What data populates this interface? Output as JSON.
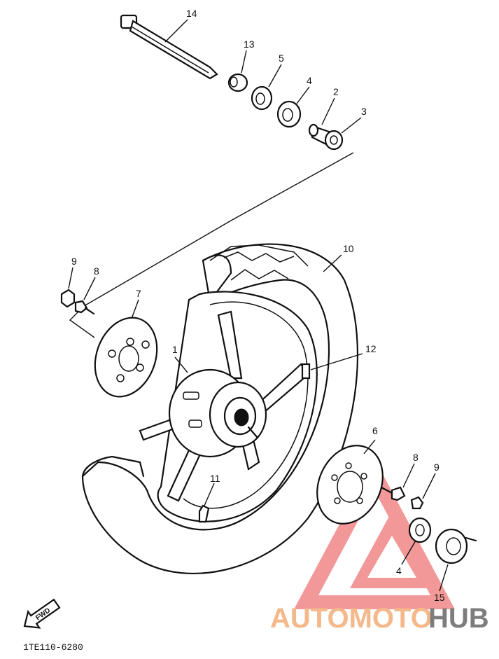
{
  "callouts": {
    "c1": "1",
    "c2": "2",
    "c3": "3",
    "c4a": "4",
    "c4b": "4",
    "c5": "5",
    "c6": "6",
    "c7": "7",
    "c8a": "8",
    "c8b": "8",
    "c9a": "9",
    "c9b": "9",
    "c10": "10",
    "c11": "11",
    "c12": "12",
    "c13": "13",
    "c14": "14",
    "c15": "15"
  },
  "direction_label": "FWD",
  "diagram_code": "1TE110-6280",
  "watermark": {
    "part1": "AUTOMOTO",
    "part2": "HUB",
    "color_primary": "#e03030",
    "color_text": "#f4b88a",
    "color_hub": "#7d7d7d"
  }
}
